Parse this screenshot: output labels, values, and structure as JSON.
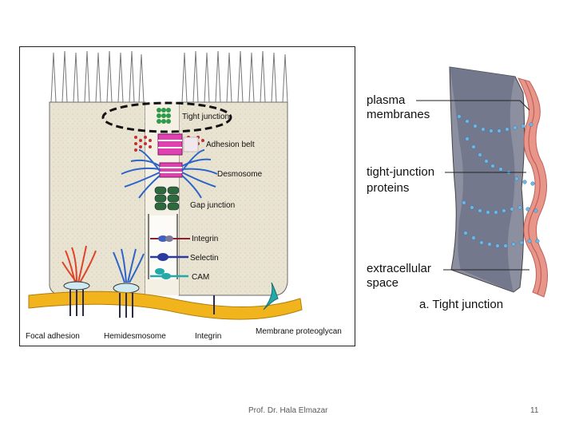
{
  "left_diagram": {
    "labels": {
      "tight_junction": "Tight junction",
      "adhesion_belt": "Adhesion belt",
      "desmosome": "Desmosome",
      "gap_junction": "Gap junction",
      "integrin_mid": "Integrin",
      "selectin": "Selectin",
      "cam": "CAM",
      "focal_adhesion": "Focal adhesion",
      "hemidesmosome": "Hemidesmosome",
      "integrin_bottom": "Integrin",
      "membrane_proteoglycan": "Membrane proteoglycan"
    },
    "colors": {
      "cell": "#e8e2d0",
      "membrane_border": "#000000",
      "basement": "#f2b41c",
      "tight_junction": "#2e9a4a",
      "adhesion_belt": "#e040b0",
      "desmosome_fibers": "#2d64c8",
      "focal_fibers": "#e04428",
      "selectin": "#2a3aa0",
      "cam": "#25a8a8"
    }
  },
  "right_diagram": {
    "labels": {
      "plasma_membranes": [
        "plasma",
        "membranes"
      ],
      "tight_junction_proteins": [
        "tight-junction",
        "proteins"
      ],
      "extracellular_space": [
        "extracellular",
        "space"
      ],
      "caption": "a. Tight junction"
    },
    "colors": {
      "membrane": "#e8958a",
      "membrane_edge": "#c0605a",
      "sheet": "#8c8fa0",
      "sheet_dark": "#6f7284",
      "protein_dots": "#6bb7e6"
    }
  },
  "footer": {
    "author": "Prof. Dr. Hala Elmazar",
    "page": "11"
  }
}
